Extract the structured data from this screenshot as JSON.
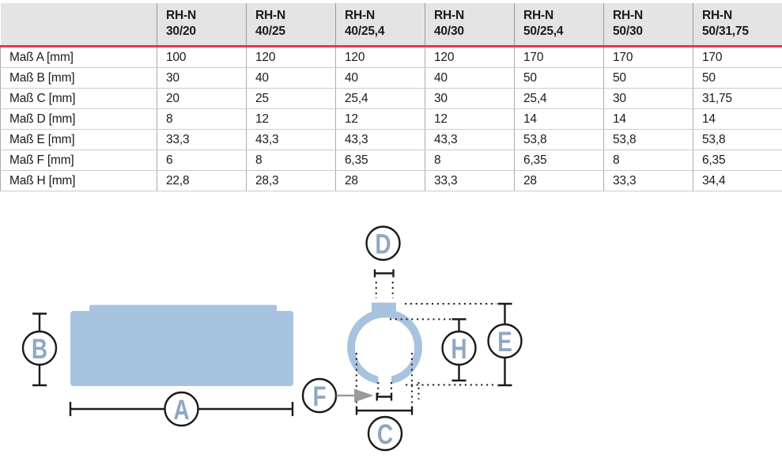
{
  "table": {
    "columns": [
      {
        "series": "RH-N",
        "model": "30/20"
      },
      {
        "series": "RH-N",
        "model": "40/25"
      },
      {
        "series": "RH-N",
        "model": "40/25,4"
      },
      {
        "series": "RH-N",
        "model": "40/30"
      },
      {
        "series": "RH-N",
        "model": "50/25,4"
      },
      {
        "series": "RH-N",
        "model": "50/30"
      },
      {
        "series": "RH-N",
        "model": "50/31,75"
      }
    ],
    "rows": [
      {
        "label": "Maß A [mm]",
        "values": [
          "100",
          "120",
          "120",
          "120",
          "170",
          "170",
          "170"
        ]
      },
      {
        "label": "Maß B [mm]",
        "values": [
          "30",
          "40",
          "40",
          "40",
          "50",
          "50",
          "50"
        ]
      },
      {
        "label": "Maß C [mm]",
        "values": [
          "20",
          "25",
          "25,4",
          "30",
          "25,4",
          "30",
          "31,75"
        ]
      },
      {
        "label": "Maß D [mm]",
        "values": [
          "8",
          "12",
          "12",
          "12",
          "14",
          "14",
          "14"
        ]
      },
      {
        "label": "Maß E [mm]",
        "values": [
          "33,3",
          "43,3",
          "43,3",
          "43,3",
          "53,8",
          "53,8",
          "53,8"
        ]
      },
      {
        "label": "Maß F [mm]",
        "values": [
          "6",
          "8",
          "6,35",
          "8",
          "6,35",
          "8",
          "6,35"
        ]
      },
      {
        "label": "Maß H [mm]",
        "values": [
          "22,8",
          "28,3",
          "28",
          "33,3",
          "28",
          "33,3",
          "34,4"
        ]
      }
    ],
    "header_bg": "#E4E4E4",
    "accent_line_color": "#E6394E"
  },
  "diagram": {
    "labels": {
      "A": "A",
      "B": "B",
      "C": "C",
      "D": "D",
      "E": "E",
      "F": "F",
      "H": "H"
    },
    "part_color": "#A8C3DF",
    "label_color": "#8FA7C1",
    "arrow_color": "#9A9A9A"
  }
}
